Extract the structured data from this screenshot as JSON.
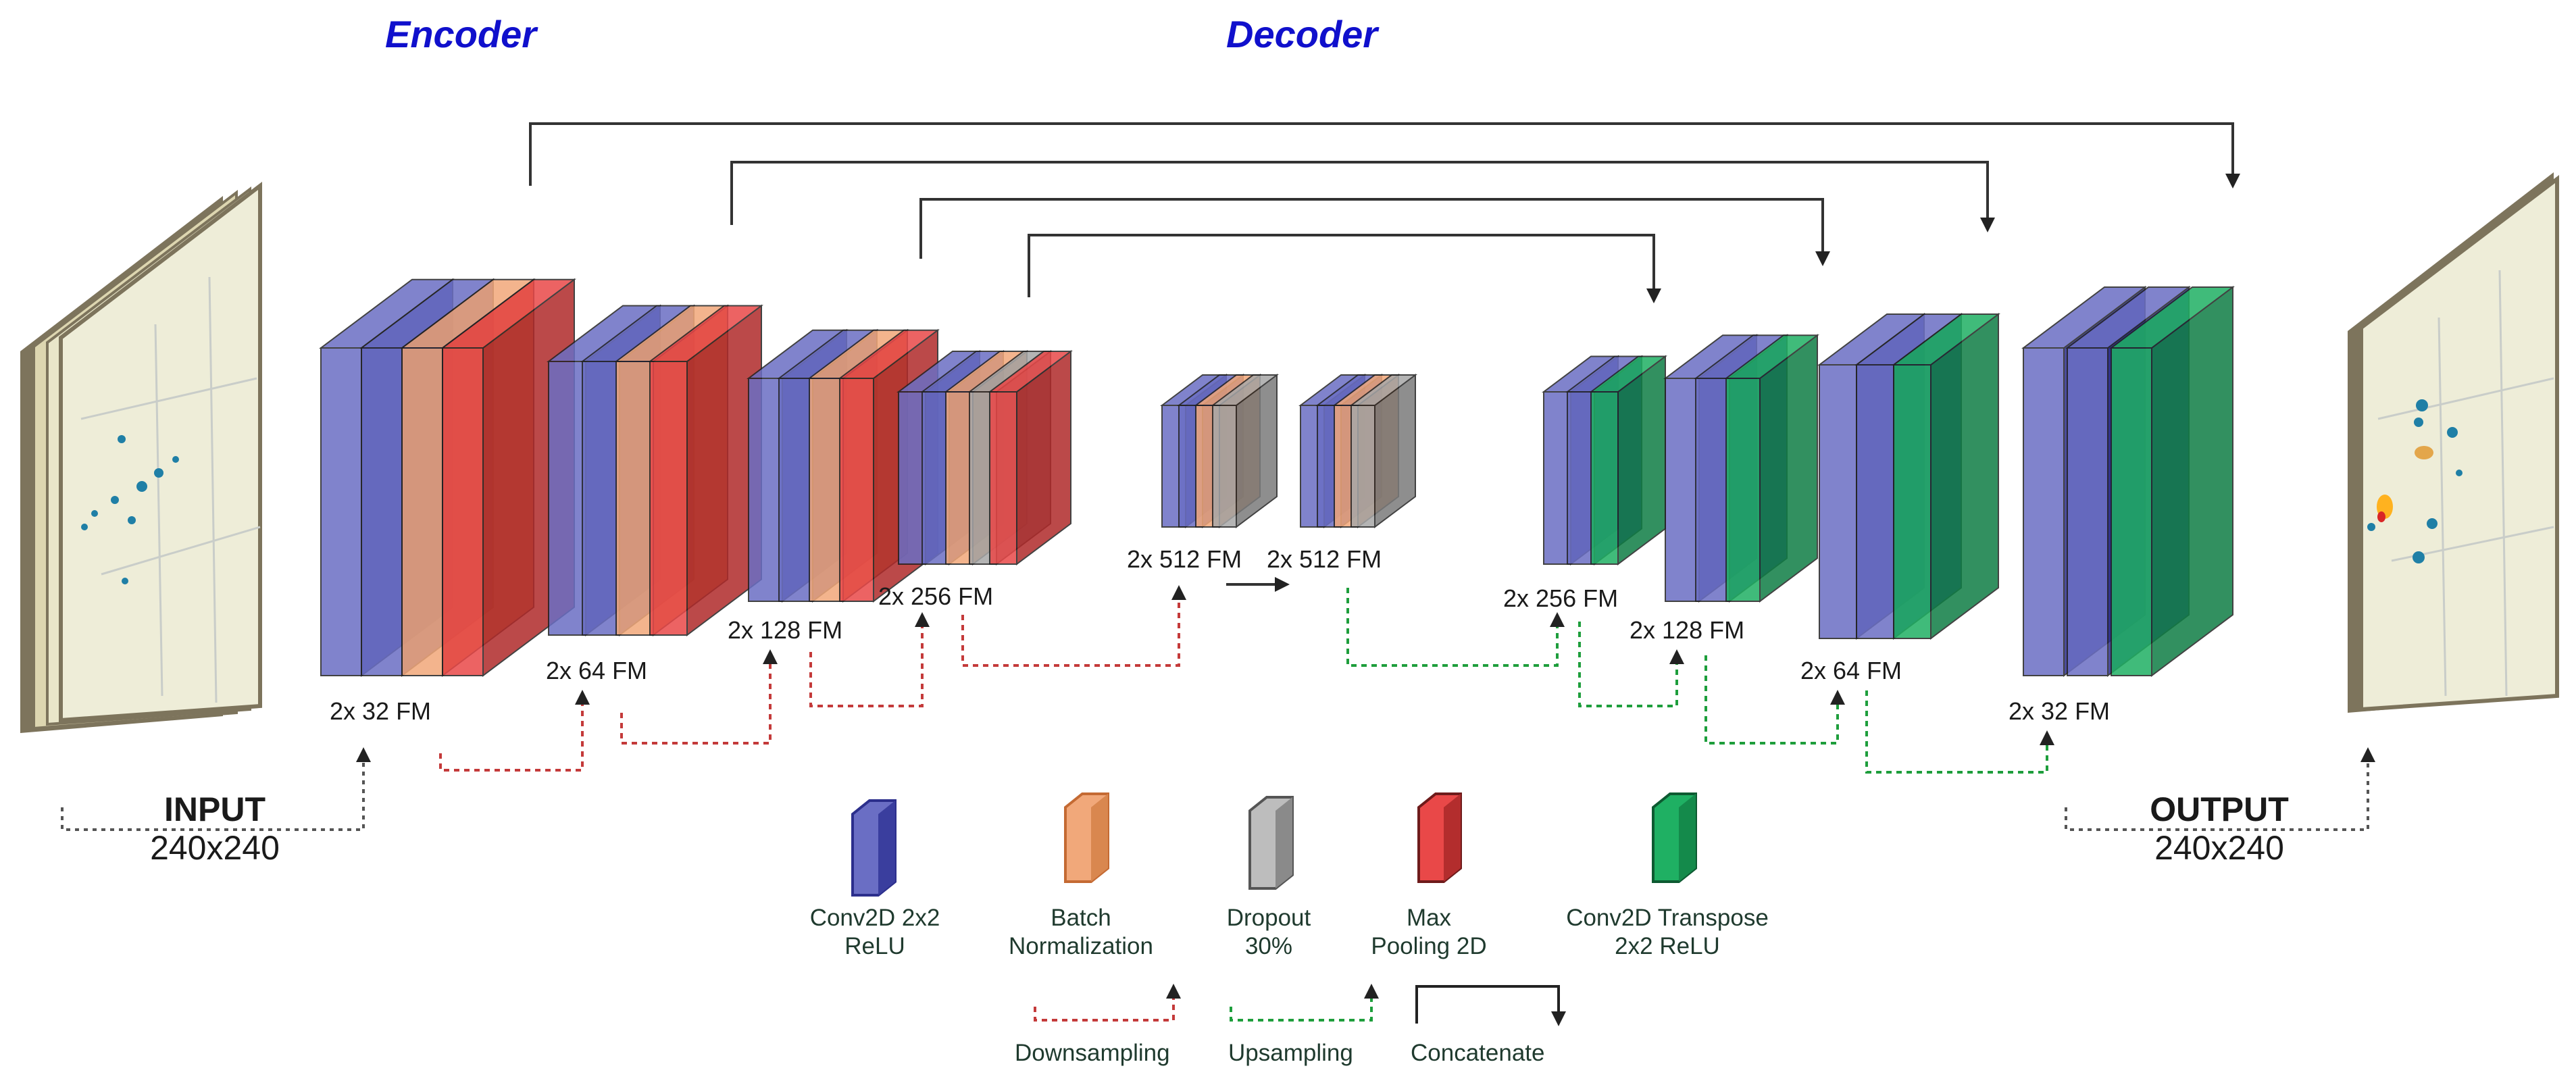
{
  "titles": {
    "encoder": "Encoder",
    "decoder": "Decoder"
  },
  "input": {
    "title": "INPUT",
    "size": "240x240"
  },
  "output": {
    "title": "OUTPUT",
    "size": "240x240"
  },
  "encoder_labels": [
    "2x 32 FM",
    "2x 64 FM",
    "2x 128 FM",
    "2x 256 FM"
  ],
  "bottleneck_labels": [
    "2x 512 FM",
    "2x 512 FM"
  ],
  "decoder_labels": [
    "2x 256 FM",
    "2x 128 FM",
    "2x 64 FM",
    "2x 32 FM"
  ],
  "legend": {
    "conv": {
      "line1": "Conv2D  2x2",
      "line2": "ReLU"
    },
    "batch": {
      "line1": "Batch",
      "line2": "Normalization"
    },
    "dropout": {
      "line1": "Dropout",
      "line2": "30%"
    },
    "pool": {
      "line1": "Max",
      "line2": "Pooling 2D"
    },
    "transpose": {
      "line1": "Conv2D Transpose",
      "line2": "2x2 ReLU"
    },
    "downsampling": "Downsampling",
    "upsampling": "Upsampling",
    "concatenate": "Concatenate"
  },
  "colors": {
    "conv": "#6a6ec4",
    "conv_dark": "#2c2f8c",
    "batch": "#f1a87a",
    "dropout": "#a8a8a8",
    "pool": "#e94848",
    "transpose": "#1fb063",
    "downsampling_line": "#c43a3a",
    "upsampling_line": "#1e9e3c",
    "encoder_title": "#1010cc",
    "map_bg": "#eeedd8",
    "map_edge": "#7d745c"
  }
}
